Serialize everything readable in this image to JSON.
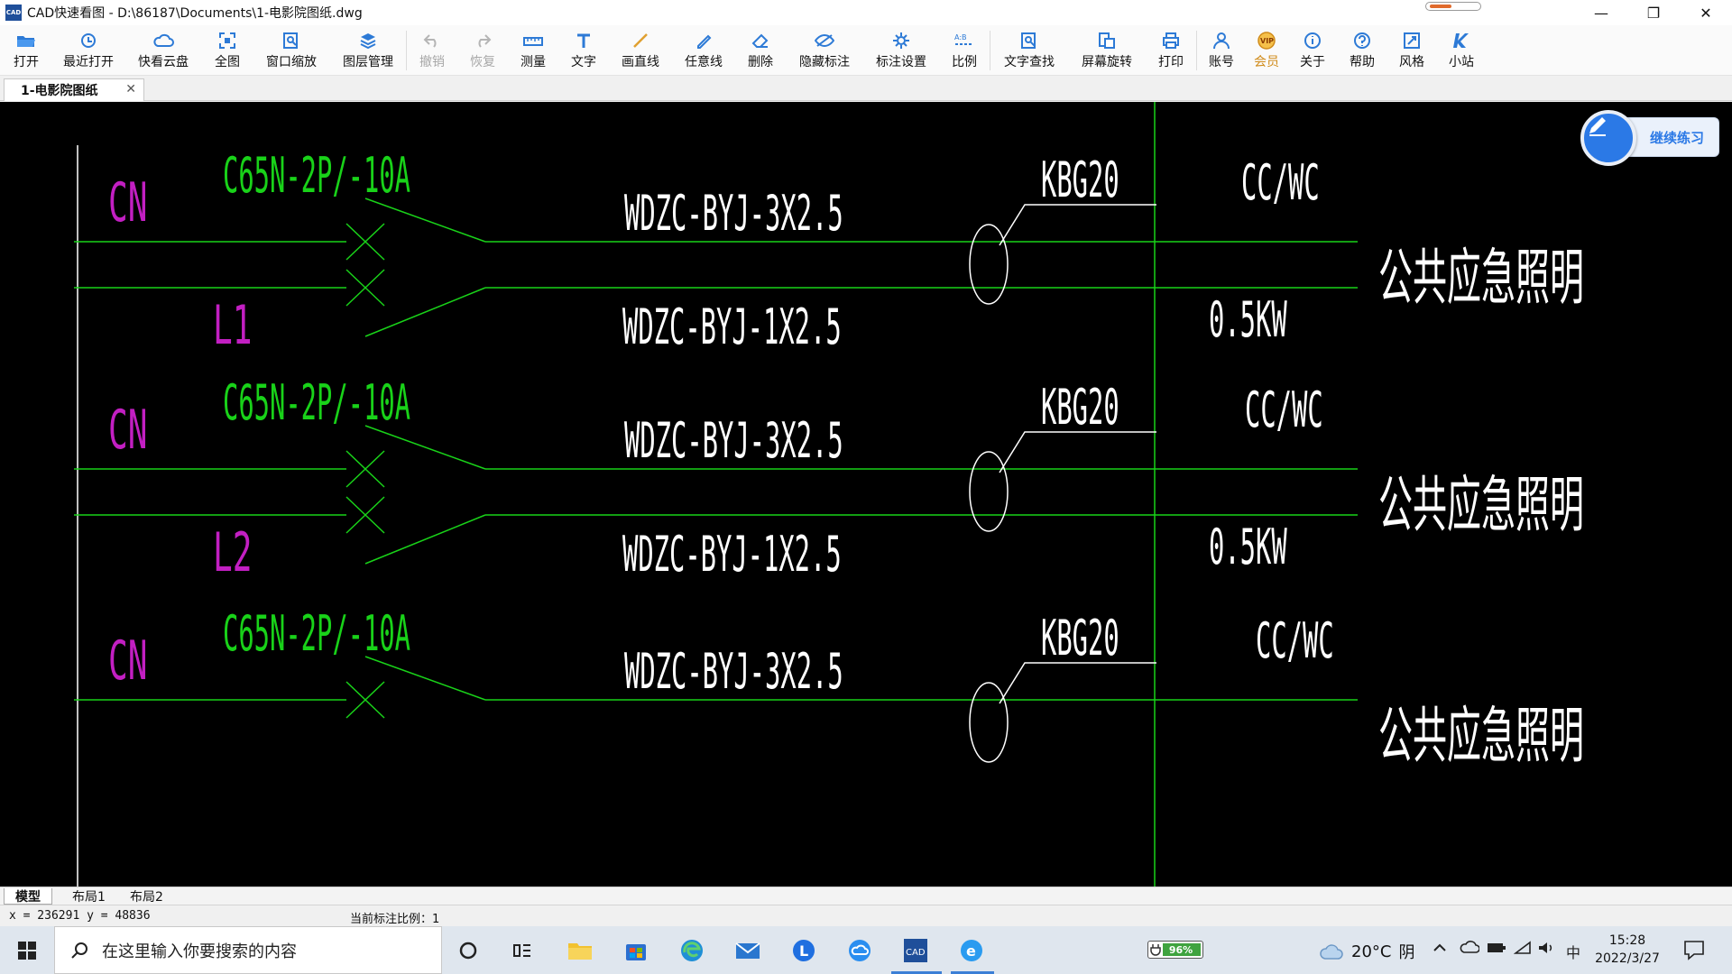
{
  "window": {
    "app_icon_text": "CAD",
    "title": "CAD快速看图 - D:\\86187\\Documents\\1-电影院图纸.dwg",
    "minimize": "—",
    "restore": "❐",
    "close": "✕"
  },
  "toolbar": {
    "items": [
      {
        "label": "打开",
        "icon": "folder-open-icon"
      },
      {
        "label": "最近打开",
        "icon": "recent-icon"
      },
      {
        "label": "快看云盘",
        "icon": "cloud-icon"
      },
      {
        "label": "全图",
        "icon": "fit-all-icon"
      },
      {
        "label": "窗口缩放",
        "icon": "zoom-window-icon"
      },
      {
        "label": "图层管理",
        "icon": "layers-icon"
      },
      {
        "label": "撤销",
        "icon": "undo-icon"
      },
      {
        "label": "恢复",
        "icon": "redo-icon"
      },
      {
        "label": "测量",
        "icon": "measure-icon"
      },
      {
        "label": "文字",
        "icon": "text-icon"
      },
      {
        "label": "画直线",
        "icon": "line-icon"
      },
      {
        "label": "任意线",
        "icon": "freehand-icon"
      },
      {
        "label": "删除",
        "icon": "eraser-icon"
      },
      {
        "label": "隐藏标注",
        "icon": "hide-annotation-icon"
      },
      {
        "label": "标注设置",
        "icon": "annotation-settings-icon"
      },
      {
        "label": "比例",
        "icon": "scale-icon"
      },
      {
        "label": "文字查找",
        "icon": "text-search-icon"
      },
      {
        "label": "屏幕旋转",
        "icon": "rotate-screen-icon"
      },
      {
        "label": "打印",
        "icon": "print-icon"
      },
      {
        "label": "账号",
        "icon": "account-icon"
      },
      {
        "label": "会员",
        "icon": "vip-icon"
      },
      {
        "label": "关于",
        "icon": "info-icon"
      },
      {
        "label": "帮助",
        "icon": "help-icon"
      },
      {
        "label": "风格",
        "icon": "style-icon"
      },
      {
        "label": "小站",
        "icon": "station-icon"
      }
    ]
  },
  "tabs": {
    "document_tab": "1-电影院图纸",
    "close_glyph": "✕"
  },
  "floating_button": {
    "label": "继续练习"
  },
  "drawing": {
    "circuits": [
      {
        "breaker": "C65N-2P/-10A",
        "neutral": "CN",
        "phase": "L1",
        "cable_3": "WDZC-BYJ-3X2.5",
        "cable_1": "WDZC-BYJ-1X2.5",
        "conduit": "KBG20",
        "laying": "CC/WC",
        "power": "0.5KW",
        "load": "公共应急照明"
      },
      {
        "breaker": "C65N-2P/-10A",
        "neutral": "CN",
        "phase": "L2",
        "cable_3": "WDZC-BYJ-3X2.5",
        "cable_1": "WDZC-BYJ-1X2.5",
        "conduit": "KBG20",
        "laying": "CC/WC",
        "power": "0.5KW",
        "load": "公共应急照明"
      },
      {
        "breaker": "C65N-2P/-10A",
        "neutral": "CN",
        "phase": "",
        "cable_3": "WDZC-BYJ-3X2.5",
        "cable_1": "",
        "conduit": "KBG20",
        "laying": "CC/WC",
        "power": "",
        "load": "公共应急照明"
      }
    ],
    "colors": {
      "background": "#000000",
      "wire": "#19d219",
      "breaker_text": "#19d219",
      "phase_text": "#c21fc2",
      "label_text": "#ffffff"
    }
  },
  "layout_tabs": [
    "模型",
    "布局1",
    "布局2"
  ],
  "status": {
    "coords": "x = 236291  y = 48836",
    "scale": "当前标注比例：1"
  },
  "taskbar": {
    "search_placeholder": "在这里输入你要搜索的内容",
    "battery": "96%",
    "battery_level": 0.96,
    "temperature": "20°C",
    "weather": "阴",
    "ime": "中",
    "time": "15:28",
    "date": "2022/3/27"
  }
}
